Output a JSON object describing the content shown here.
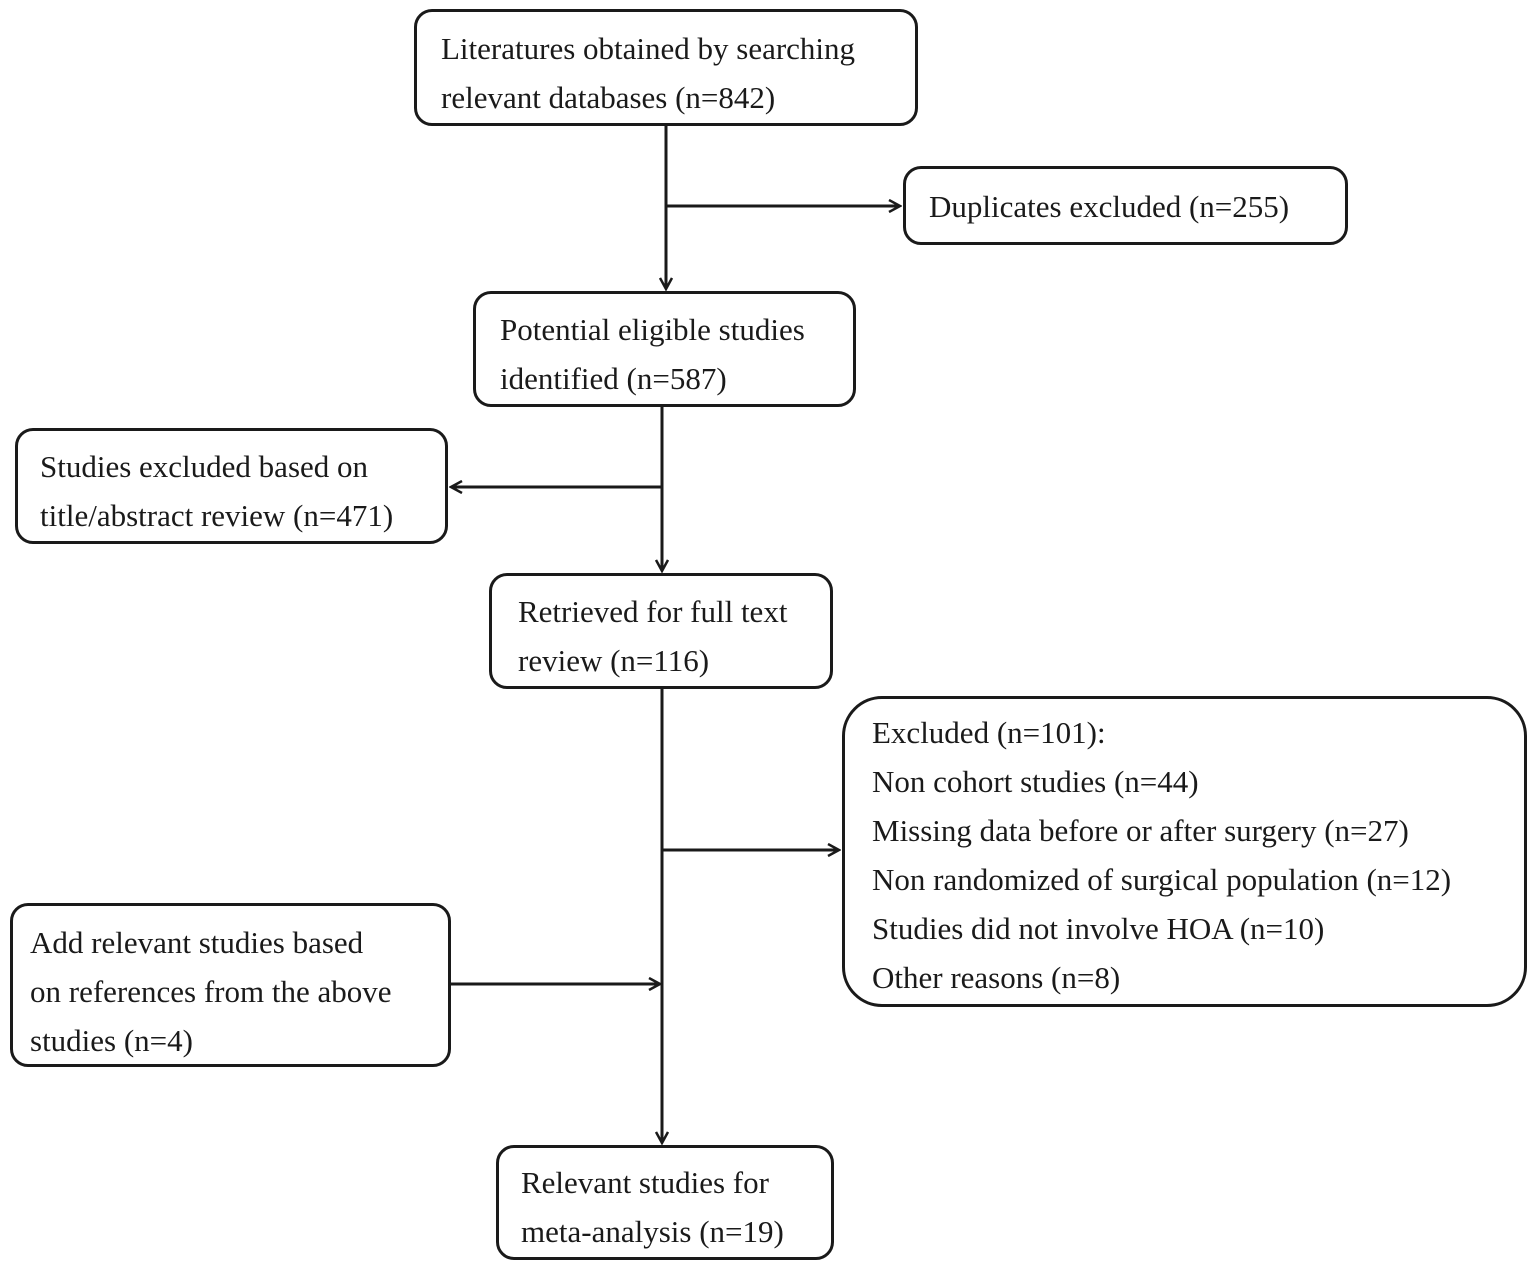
{
  "nodes": {
    "search": {
      "lines": [
        "Literatures obtained by searching",
        "relevant databases (n=842)"
      ]
    },
    "dups": {
      "lines": [
        "Duplicates excluded (n=255)"
      ]
    },
    "eligible": {
      "lines": [
        "Potential eligible studies",
        "identified (n=587)"
      ]
    },
    "title": {
      "lines": [
        "Studies excluded based on",
        "title/abstract review (n=471)"
      ]
    },
    "full": {
      "lines": [
        "Retrieved for full text",
        "review (n=116)"
      ]
    },
    "excl": {
      "lines": [
        "Excluded (n=101):",
        "Non cohort studies (n=44)",
        "Missing data before or after surgery (n=27)",
        "Non randomized of surgical population (n=12)",
        "Studies did not involve HOA (n=10)",
        "Other reasons (n=8)"
      ]
    },
    "add": {
      "lines": [
        "Add relevant studies based",
        "on references from the above",
        "studies (n=4)"
      ]
    },
    "final": {
      "lines": [
        "Relevant studies for",
        "meta-analysis (n=19)"
      ]
    }
  },
  "edges": [
    {
      "from": "search",
      "to": "eligible"
    },
    {
      "from": "search",
      "to": "dups"
    },
    {
      "from": "eligible",
      "to": "full"
    },
    {
      "from": "eligible",
      "to": "title"
    },
    {
      "from": "full",
      "to": "final"
    },
    {
      "from": "full",
      "to": "excl"
    },
    {
      "from": "add",
      "to": "final"
    }
  ],
  "colors": {
    "stroke": "#1a1a1a",
    "background": "#ffffff"
  }
}
